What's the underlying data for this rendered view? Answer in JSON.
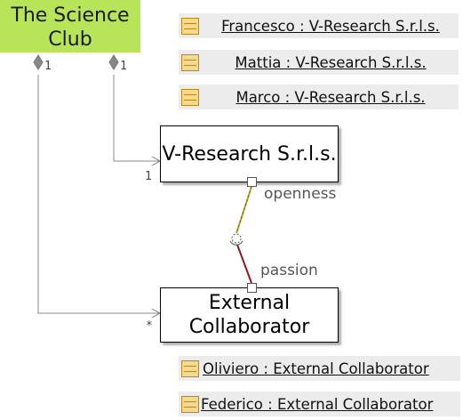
{
  "diagram": {
    "club_label": "The Science Club",
    "vresearch_label": "V-Research S.r.l.s.",
    "external_label": "External Collaborator",
    "instances_top": [
      "Francesco : V-Research S.r.l.s.",
      "Mattia : V-Research S.r.l.s.",
      "Marco : V-Research S.r.l.s."
    ],
    "instances_bottom": [
      "Oliviero : External Collaborator",
      "Federico : External Collaborator"
    ],
    "port_labels": {
      "openness": "openness",
      "passion": "passion"
    },
    "multiplicities": {
      "club_left": "1",
      "club_right": "1",
      "vresearch_end": "1",
      "external_end": "*"
    },
    "colors": {
      "club_fill": "#b8e45a",
      "instance_fill": "#ececec",
      "openness_link": "#b8a020",
      "passion_link": "#8b1a1a"
    }
  }
}
